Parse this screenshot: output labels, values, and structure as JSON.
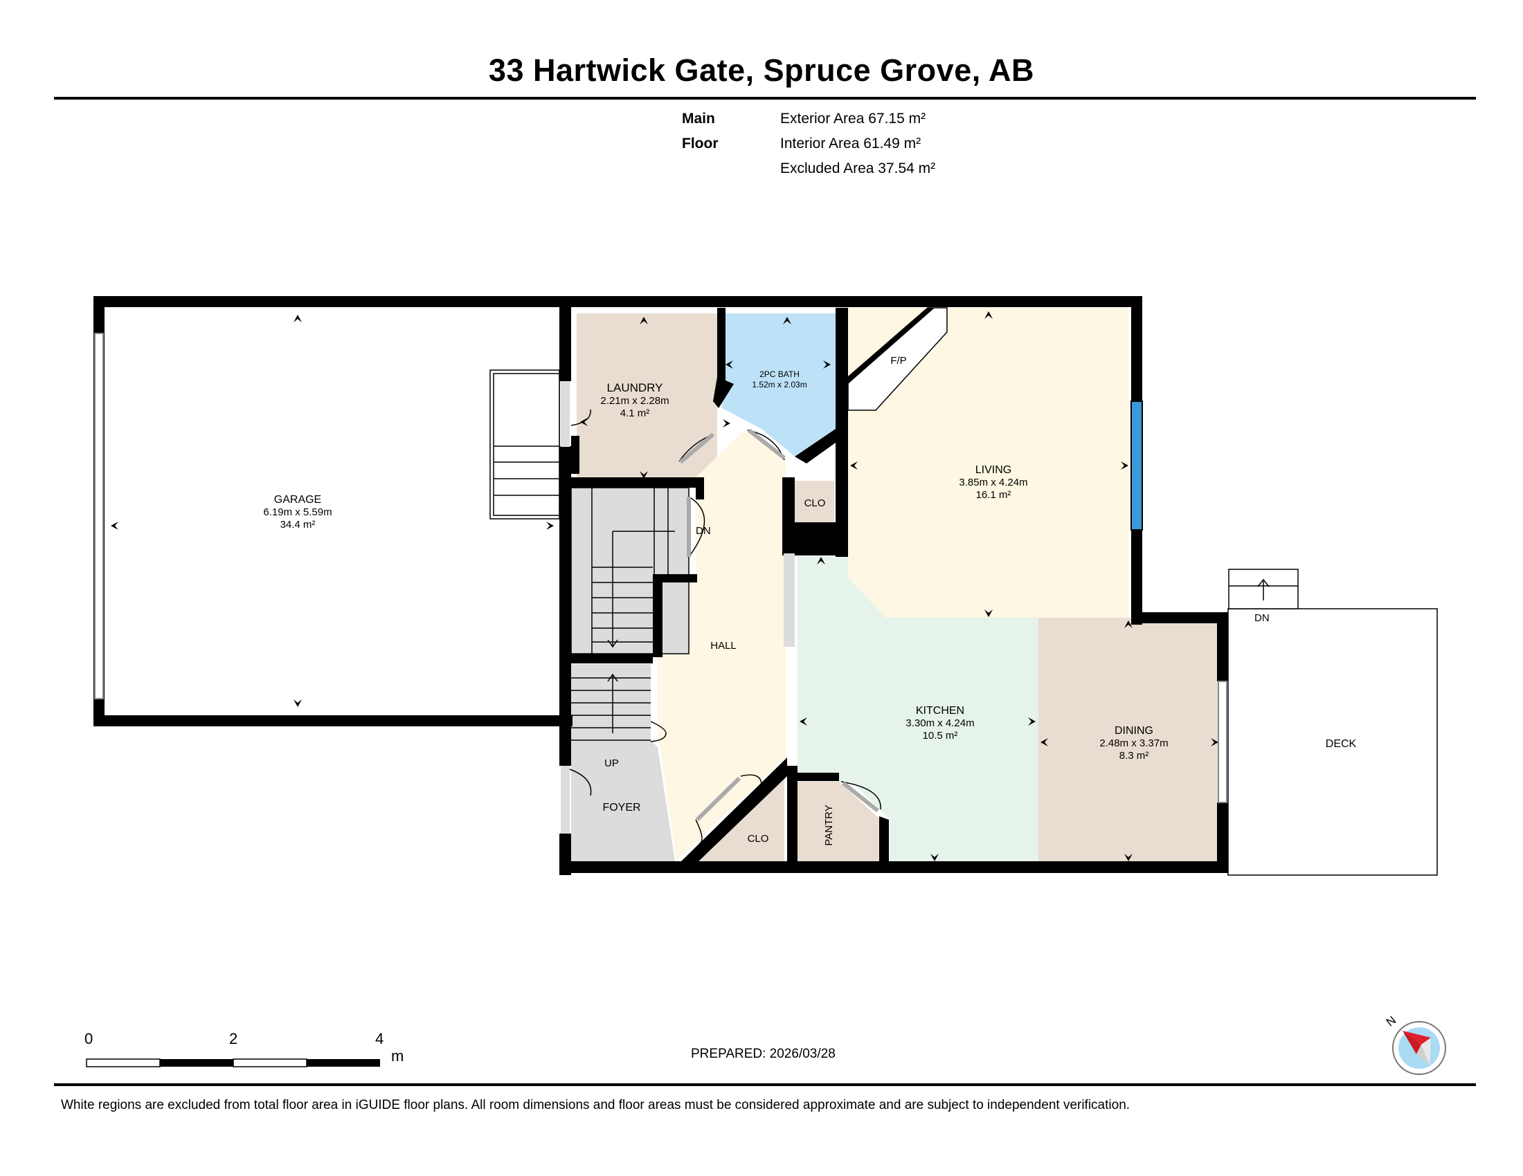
{
  "title": "33 Hartwick Gate, Spruce Grove, AB",
  "floor": {
    "name": "Main Floor",
    "exterior_area": "Exterior Area 67.15 m²",
    "interior_area": "Interior Area 61.49 m²",
    "excluded_area": "Excluded Area 37.54 m²"
  },
  "rooms": {
    "garage": {
      "name": "GARAGE",
      "dims": "6.19m x 5.59m",
      "area": "34.4 m²"
    },
    "laundry": {
      "name": "LAUNDRY",
      "dims": "2.21m x 2.28m",
      "area": "4.1 m²"
    },
    "bath": {
      "name": "2PC BATH",
      "dims": "1.52m x 2.03m"
    },
    "living": {
      "name": "LIVING",
      "dims": "3.85m x 4.24m",
      "area": "16.1 m²"
    },
    "kitchen": {
      "name": "KITCHEN",
      "dims": "3.30m x 4.24m",
      "area": "10.5 m²"
    },
    "dining": {
      "name": "DINING",
      "dims": "2.48m x 3.37m",
      "area": "8.3 m²"
    },
    "hall": "HALL",
    "foyer": "FOYER",
    "closet_upper": "CLO",
    "closet_lower": "CLO",
    "pantry": "PANTRY",
    "deck": "DECK",
    "fireplace": "F/P"
  },
  "stairs": {
    "down_label": "DN",
    "up_label": "UP",
    "deck_down_label": "DN"
  },
  "scale": {
    "ticks": [
      "0",
      "2",
      "4"
    ],
    "unit": "m"
  },
  "prepared": "PREPARED: 2026/03/28",
  "footer_note": "White regions are excluded from total floor area in iGUIDE floor plans. All room dimensions and floor areas must be considered approximate and are subject to independent verification.",
  "compass": {
    "label": "N"
  },
  "colors": {
    "wall": "#000000",
    "laundry": "#e8ddd0",
    "bath": "#bde2f8",
    "living": "#fdf7e3",
    "hall": "#fdf7e3",
    "kitchen": "#e5f3ea",
    "dining": "#e8ddd0",
    "stairs": "#dcdcdc",
    "window": "#3a9ad9",
    "compass_red": "#e0202a",
    "compass_blue": "#a9dbf5"
  }
}
